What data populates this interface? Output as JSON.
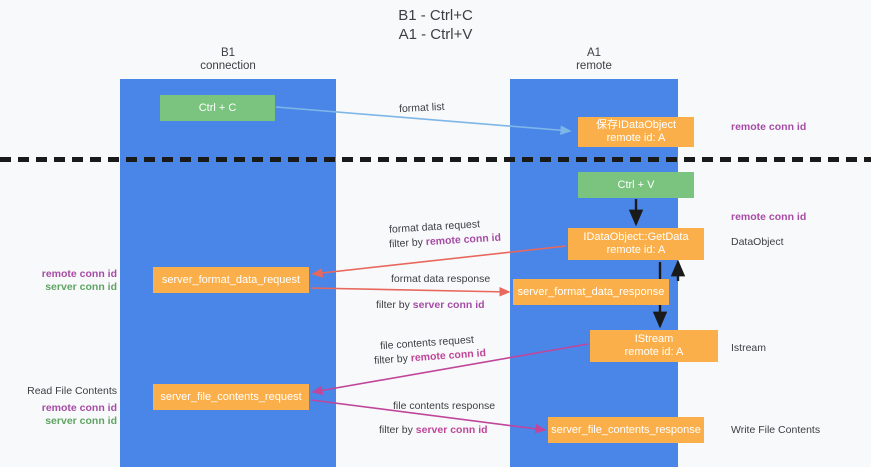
{
  "title": {
    "line1": "B1 - Ctrl+C",
    "line2": "A1 - Ctrl+V"
  },
  "lanes": [
    {
      "id": "b1",
      "name": "B1",
      "role": "connection"
    },
    {
      "id": "a1",
      "name": "A1",
      "role": "remote"
    }
  ],
  "nodes": {
    "ctrl_c": {
      "label": "Ctrl + C",
      "sub": "",
      "color": "#7ac47f"
    },
    "save_idataobject": {
      "label": "保存IDataObject",
      "sub": "remote id: A",
      "color": "#fbaf4b"
    },
    "ctrl_v": {
      "label": "Ctrl + V",
      "sub": "",
      "color": "#7ac47f"
    },
    "getdata": {
      "label": "IDataObject::GetData",
      "sub": "remote id: A",
      "color": "#fbaf4b"
    },
    "server_format_data_request": {
      "label": "server_format_data_request",
      "sub": "",
      "color": "#fbaf4b"
    },
    "server_format_data_response": {
      "label": "server_format_data_response",
      "sub": "",
      "color": "#fbaf4b"
    },
    "istream": {
      "label": "IStream",
      "sub": "remote id: A",
      "color": "#fbaf4b"
    },
    "server_file_contents_request": {
      "label": "server_file_contents_request",
      "sub": "",
      "color": "#fbaf4b"
    },
    "server_file_contents_response": {
      "label": "server_file_contents_response",
      "sub": "",
      "color": "#fbaf4b"
    }
  },
  "edge_labels": {
    "format_list": "format list",
    "format_data_request": "format data request",
    "format_data_request_filter_prefix": "filter by ",
    "format_data_request_filter_key": "remote conn id",
    "format_data_response": "format data response",
    "format_data_response_filter_prefix": "filter by ",
    "format_data_response_filter_key": "server conn id",
    "file_contents_request": "file contents request",
    "file_contents_request_filter_prefix": "filter by ",
    "file_contents_request_filter_key": "remote conn id",
    "file_contents_response": "file contents response",
    "file_contents_response_filter_prefix": "filter by ",
    "file_contents_response_filter_key": "server conn id"
  },
  "annotations": {
    "remote_conn_id_top": "remote conn id",
    "remote_conn_id_mid": "remote conn id",
    "dataobject": "DataObject",
    "istream": "Istream",
    "write_file_contents": "Write File Contents",
    "read_file_contents": "Read File Contents",
    "left_remote_conn_id_1": "remote conn id",
    "left_server_conn_id_1": "server conn id",
    "left_remote_conn_id_2": "remote conn id",
    "left_server_conn_id_2": "server conn id"
  },
  "colors": {
    "lane": "#4a86e8",
    "green_node": "#7ac47f",
    "orange_node": "#fbaf4b",
    "purple_text": "#a64ca6",
    "green_text": "#5fa463",
    "edge_blue": "#7eb6e8",
    "edge_red": "#e8685d",
    "edge_magenta": "#c0469a",
    "edge_black": "#1a1a1a",
    "background": "#f8f9fa"
  }
}
